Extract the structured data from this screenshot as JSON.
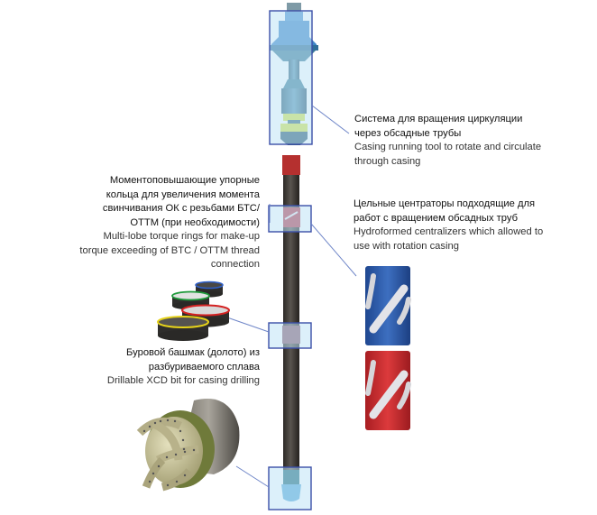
{
  "callouts": {
    "casing_tool": {
      "ru_lines": [
        "Система для вращения циркуляции",
        "через обсадные трубы"
      ],
      "en_lines": [
        "Casing running tool to rotate and circulate",
        "through casing"
      ]
    },
    "torque_rings": {
      "ru_lines": [
        "Моментоповышающие упорные",
        "кольца для увеличения момента",
        "свинчивания ОК с резьбами БТС/",
        "ОТТМ (при необходимости)"
      ],
      "en_lines": [
        "Multi-lobe torque rings for make-up",
        "torque exceeding of BTC / OTTM thread",
        "connection"
      ]
    },
    "centralizers": {
      "ru_lines": [
        "Цельные центраторы подходящие для",
        "работ с вращением обсадных труб"
      ],
      "en_lines": [
        "Hydroformed centralizers which allowed to",
        "use with rotation casing"
      ]
    },
    "drill_bit": {
      "ru_lines": [
        "Буровой башмак (долото) из",
        "разбуриваемого сплава"
      ],
      "en_lines": [
        "Drillable XCD bit for casing drilling"
      ]
    }
  },
  "colors": {
    "highlight_fill": "#bfe3f5",
    "highlight_stroke": "#3b4fa8",
    "leader_line": "#6f86c8",
    "centralizer_blue": "#2f5ba8",
    "centralizer_red": "#c8292e",
    "ring_colors": [
      "#2e5fc9",
      "#1e9a3a",
      "#d42222",
      "#e6d21a"
    ],
    "casing_pipe": "#3d3a36",
    "casing_coupling": "#b5302f",
    "bit_body": "#c9c49a",
    "bit_band": "#6f7a3a"
  },
  "icons": {
    "casing_tool": "casing-running-tool-illustration",
    "pipe": "casing-string-illustration",
    "rings": "torque-rings-illustration",
    "centralizers": "hydroformed-centralizer-illustration",
    "bit": "xcd-drill-bit-illustration"
  }
}
